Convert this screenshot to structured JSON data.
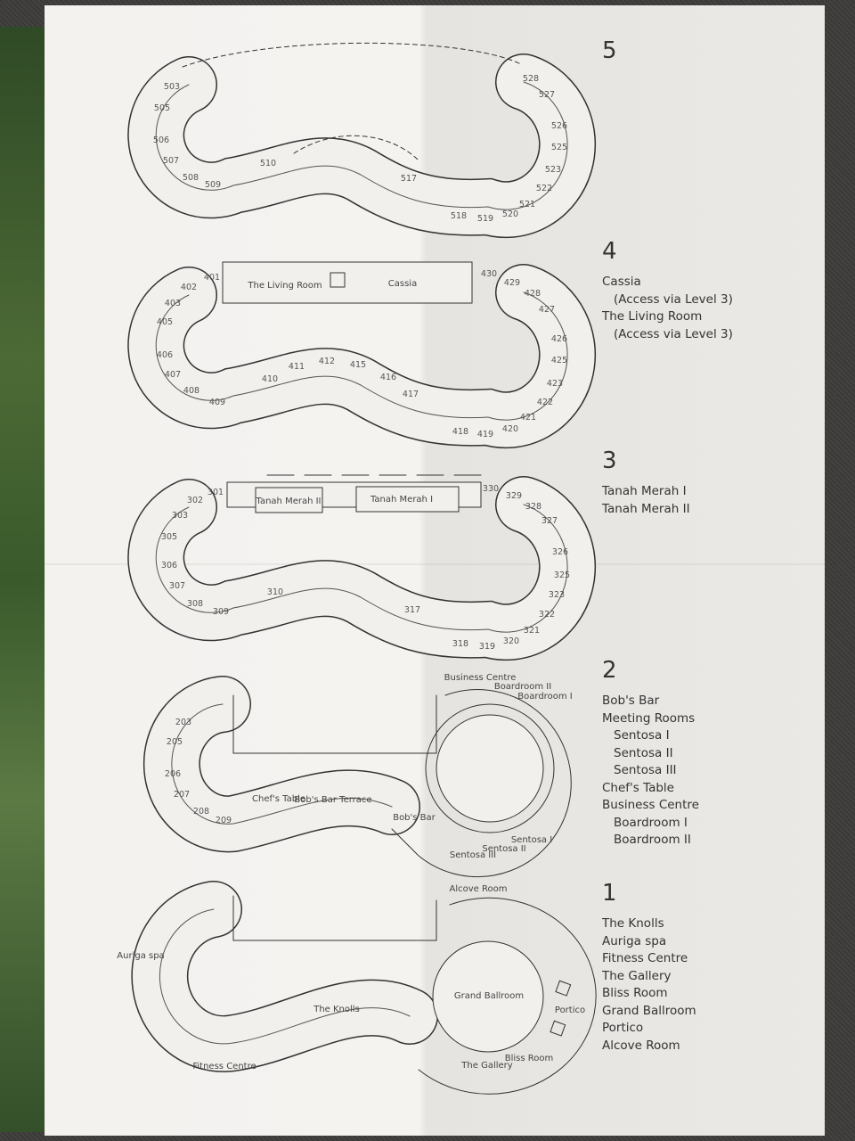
{
  "floors": [
    {
      "level": "5",
      "rooms": [
        "503",
        "505",
        "506",
        "507",
        "508",
        "509",
        "510",
        "517",
        "518",
        "519",
        "520",
        "521",
        "522",
        "523",
        "525",
        "526",
        "527",
        "528"
      ],
      "venues": [],
      "legend": []
    },
    {
      "level": "4",
      "rooms": [
        "401",
        "402",
        "403",
        "405",
        "406",
        "407",
        "408",
        "409",
        "410",
        "411",
        "412",
        "415",
        "416",
        "417",
        "418",
        "419",
        "420",
        "421",
        "422",
        "423",
        "425",
        "426",
        "427",
        "428",
        "429",
        "430"
      ],
      "venues": [
        "The Living Room",
        "Cassia"
      ],
      "legend": [
        "Cassia",
        "(Access via Level 3)",
        "The Living Room",
        "(Access via Level 3)"
      ]
    },
    {
      "level": "3",
      "rooms": [
        "301",
        "302",
        "303",
        "305",
        "306",
        "307",
        "308",
        "309",
        "310",
        "317",
        "318",
        "319",
        "320",
        "321",
        "322",
        "323",
        "325",
        "326",
        "327",
        "328",
        "329",
        "330"
      ],
      "venues": [
        "Tanah Merah II",
        "Tanah Merah I"
      ],
      "legend": [
        "Tanah Merah I",
        "Tanah Merah II"
      ]
    },
    {
      "level": "2",
      "rooms": [
        "203",
        "205",
        "206",
        "207",
        "208",
        "209"
      ],
      "venues": [
        "Chef's Table",
        "Bob's Bar Terrace",
        "Bob's Bar",
        "Business Centre",
        "Boardroom II",
        "Boardroom I",
        "Sentosa I",
        "Sentosa II",
        "Sentosa III"
      ],
      "legend": [
        "Bob's Bar",
        "Meeting Rooms",
        "Sentosa I",
        "Sentosa II",
        "Sentosa III",
        "Chef's Table",
        "Business Centre",
        "Boardroom I",
        "Boardroom II"
      ]
    },
    {
      "level": "1",
      "rooms": [],
      "venues": [
        "Auriga spa",
        "Fitness Centre",
        "The Knolls",
        "Grand Ballroom",
        "Portico",
        "The Gallery",
        "Bliss Room",
        "Alcove Room"
      ],
      "legend": [
        "The Knolls",
        "Auriga spa",
        "Fitness Centre",
        "The Gallery",
        "Bliss Room",
        "Grand Ballroom",
        "Portico",
        "Alcove Room"
      ]
    }
  ]
}
